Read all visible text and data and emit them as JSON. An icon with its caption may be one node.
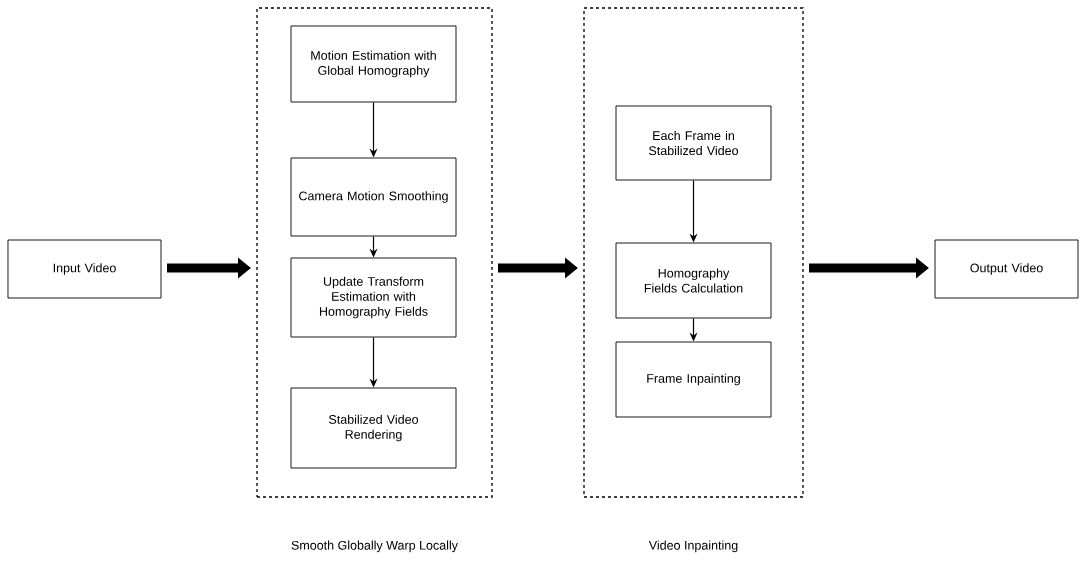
{
  "diagram": {
    "nodes": [
      {
        "text": [
          "Input Video"
        ]
      },
      {
        "text": [
          "Smooth Globally Warp Locally"
        ]
      },
      {
        "text": [
          "Motion Estimation with Global Homography"
        ],
        "in": 1
      },
      {
        "text": [
          "Camera Motion Smoothing"
        ],
        "in": 1
      },
      {
        "text": [
          "Update Transform Estimation with Homography Fields"
        ],
        "in": 1
      },
      {
        "text": [
          "Stabilized Video Rendering"
        ],
        "in": 1
      },
      {
        "text": [
          "Video Inpainting"
        ]
      },
      {
        "text": [
          "Each Frame in Stabilized Video"
        ],
        "in": 6
      },
      {
        "text": [
          "Homography Fields Calculation"
        ],
        "in": 6
      },
      {
        "text": [
          "Frame Inpainting"
        ],
        "in": 6
      },
      {
        "text": [
          "Output Video"
        ]
      }
    ],
    "edges": [
      {
        "from": 0,
        "to": 1,
        "arrow": "to",
        "style": "thick"
      },
      {
        "from": 2,
        "to": 3,
        "arrow": "to"
      },
      {
        "from": 3,
        "to": 4,
        "arrow": "to"
      },
      {
        "from": 4,
        "to": 5,
        "arrow": "to"
      },
      {
        "from": 1,
        "to": 6,
        "arrow": "to",
        "style": "thick"
      },
      {
        "from": 7,
        "to": 8,
        "arrow": "to"
      },
      {
        "from": 8,
        "to": 9,
        "arrow": "to"
      },
      {
        "from": 6,
        "to": 10,
        "arrow": "to",
        "style": "thick"
      }
    ]
  }
}
